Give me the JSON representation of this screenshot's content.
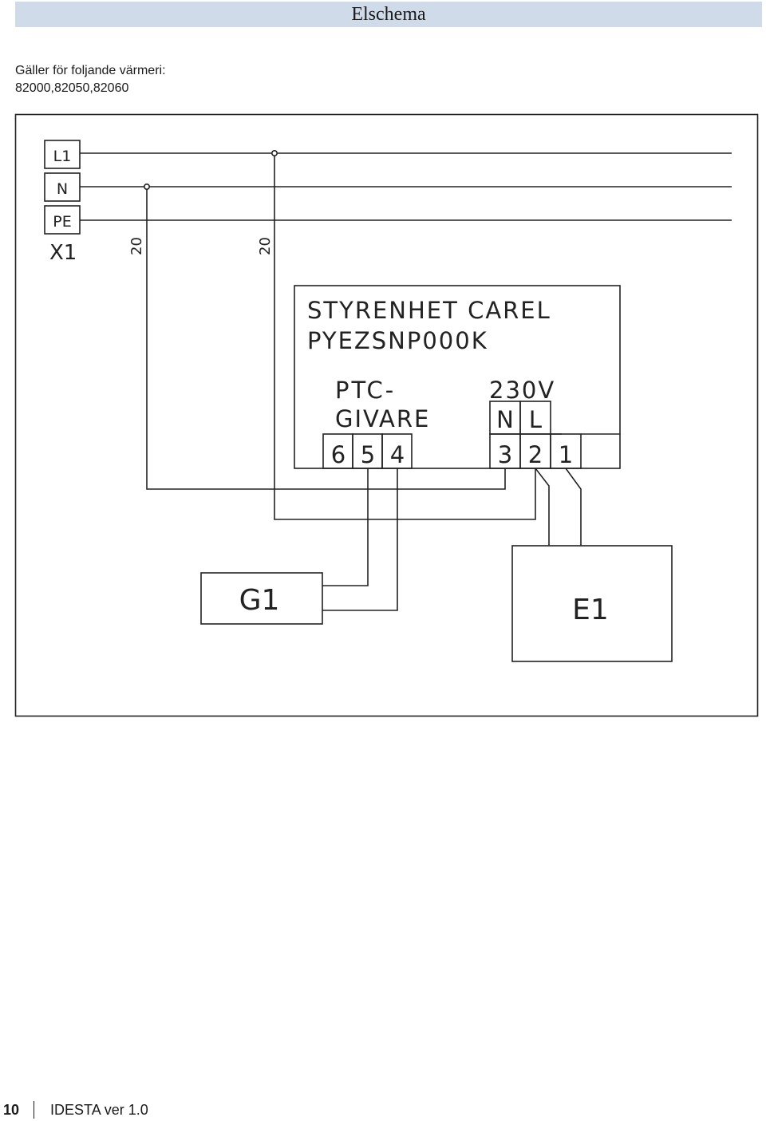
{
  "header": {
    "title": "Elschema"
  },
  "intro": {
    "line1": "Gäller för foljande värmeri:",
    "line2": "82000,82050,82060"
  },
  "diagram": {
    "terminal_block": {
      "label": "X1",
      "terminals": [
        "L1",
        "N",
        "PE"
      ]
    },
    "wire_labels": {
      "n_wire": "20",
      "l1_wire": "20"
    },
    "controller": {
      "title_line1": "STYRENHET CAREL",
      "title_line2": "PYEZSNP000K",
      "sensor_label_line1": "PTC-",
      "sensor_label_line2": "GIVARE",
      "sensor_pins": [
        "6",
        "5",
        "4"
      ],
      "supply_label": "230V",
      "supply_pins": [
        "N",
        "L"
      ],
      "output_pins": [
        "3",
        "2",
        "1"
      ]
    },
    "components": {
      "g1": "G1",
      "e1": "E1"
    }
  },
  "footer": {
    "page_number": "10",
    "doc_version": "IDESTA ver 1.0"
  }
}
